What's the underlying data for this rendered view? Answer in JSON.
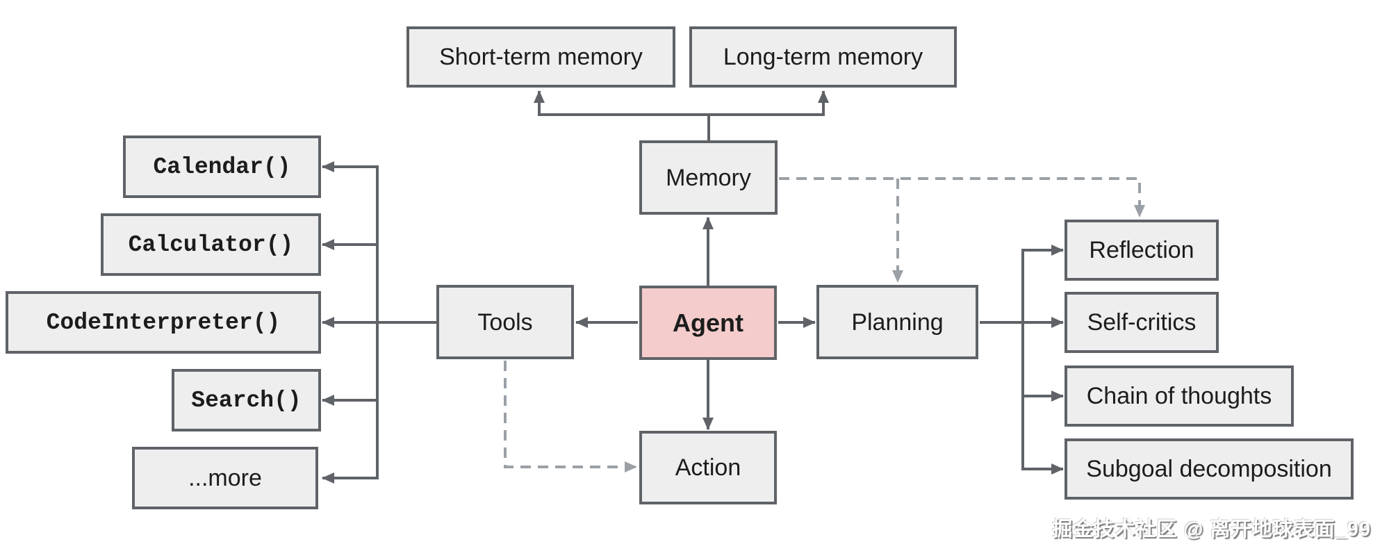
{
  "diagram": {
    "nodes": {
      "short_term_memory": {
        "label": "Short-term memory"
      },
      "long_term_memory": {
        "label": "Long-term memory"
      },
      "memory": {
        "label": "Memory"
      },
      "agent": {
        "label": "Agent"
      },
      "tools": {
        "label": "Tools"
      },
      "action": {
        "label": "Action"
      },
      "planning": {
        "label": "Planning"
      },
      "calendar": {
        "label": "Calendar()"
      },
      "calculator": {
        "label": "Calculator()"
      },
      "code_interpreter": {
        "label": "CodeInterpreter()"
      },
      "search": {
        "label": "Search()"
      },
      "more": {
        "label": "...more"
      },
      "reflection": {
        "label": "Reflection"
      },
      "self_critics": {
        "label": "Self-critics"
      },
      "chain_of_thoughts": {
        "label": "Chain of thoughts"
      },
      "subgoal_decomposition": {
        "label": "Subgoal decomposition"
      }
    },
    "edges": [
      {
        "from": "agent",
        "to": "memory",
        "style": "solid"
      },
      {
        "from": "agent",
        "to": "tools",
        "style": "solid"
      },
      {
        "from": "agent",
        "to": "planning",
        "style": "solid"
      },
      {
        "from": "agent",
        "to": "action",
        "style": "solid"
      },
      {
        "from": "memory",
        "to": "short_term_memory",
        "style": "solid"
      },
      {
        "from": "memory",
        "to": "long_term_memory",
        "style": "solid"
      },
      {
        "from": "tools",
        "to": "calendar",
        "style": "solid"
      },
      {
        "from": "tools",
        "to": "calculator",
        "style": "solid"
      },
      {
        "from": "tools",
        "to": "code_interpreter",
        "style": "solid"
      },
      {
        "from": "tools",
        "to": "search",
        "style": "solid"
      },
      {
        "from": "tools",
        "to": "more",
        "style": "solid"
      },
      {
        "from": "planning",
        "to": "reflection",
        "style": "solid"
      },
      {
        "from": "planning",
        "to": "self_critics",
        "style": "solid"
      },
      {
        "from": "planning",
        "to": "chain_of_thoughts",
        "style": "solid"
      },
      {
        "from": "planning",
        "to": "subgoal_decomposition",
        "style": "solid"
      },
      {
        "from": "memory",
        "to": "planning",
        "style": "dashed"
      },
      {
        "from": "memory",
        "to": "reflection",
        "style": "dashed"
      },
      {
        "from": "tools",
        "to": "action",
        "style": "dashed"
      }
    ],
    "colors": {
      "box_fill": "#eeeeee",
      "box_border": "#5f6368",
      "agent_fill": "#f4cccc",
      "line_solid": "#5f6368",
      "line_dashed": "#9aa0a6",
      "text": "#1c1c1c"
    },
    "watermark": "掘金技术社区 @ 离开地球表面_99"
  }
}
